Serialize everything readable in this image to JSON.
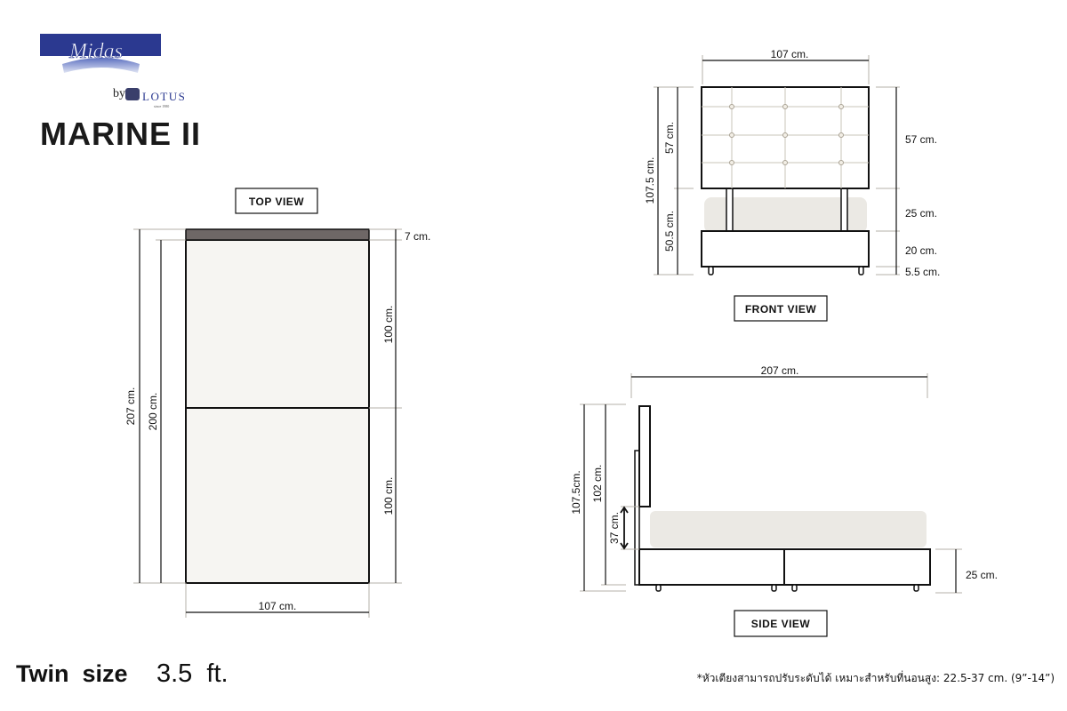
{
  "brand": {
    "logo_text": "Midas",
    "by_text": "by",
    "partner_text": "LOTUS",
    "partner_since": "since 1980",
    "logo_color": "#2b3990"
  },
  "title": "MARINE II",
  "top_view": {
    "label": "TOP VIEW",
    "dims": {
      "total_length": "207 cm.",
      "mattress_length": "200 cm.",
      "headboard_depth": "7 cm.",
      "upper_half": "100 cm.",
      "lower_half": "100 cm.",
      "width": "107 cm."
    }
  },
  "front_view": {
    "label": "FRONT VIEW",
    "dims": {
      "width": "107 cm.",
      "total_height": "107.5 cm.",
      "headboard_left": "57 cm.",
      "base_left": "50.5 cm.",
      "headboard_right": "57 cm.",
      "gap": "25 cm.",
      "base": "20 cm.",
      "legs": "5.5 cm."
    }
  },
  "side_view": {
    "label": "SIDE VIEW",
    "dims": {
      "length": "207 cm.",
      "total_height": "107.5cm.",
      "headboard_height": "102 cm.",
      "adjust": "37 cm.",
      "base": "25 cm."
    }
  },
  "footer": {
    "size": "Twin  size",
    "size_value": "3.5  ft.",
    "note": "*หัวเตียงสามารถปรับระดับได้ เหมาะสำหรับที่นอนสูง: 22.5-37 cm. (9”-14”)"
  }
}
